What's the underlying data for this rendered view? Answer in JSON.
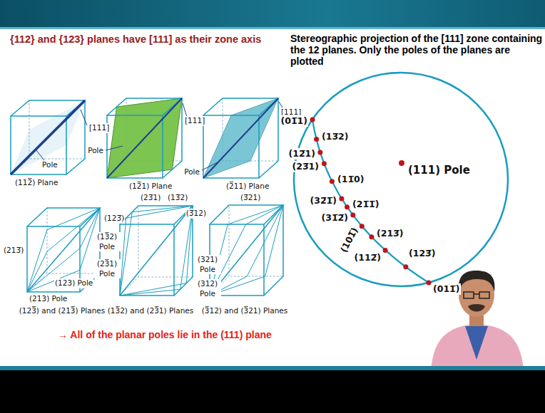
{
  "diagram": {
    "title": "{112} and {123} planes have [111] as their zone axis",
    "labels": [
      "[111]",
      "Pole",
      "(112̅) Plane",
      "[111]",
      "Pole",
      "(12̅1) Plane",
      "[111]",
      "Pole",
      "(2̅11) Plane",
      "(123̅)",
      "(213̅)",
      "(123) Pole",
      "(213) Pole",
      "(123̅) and (213̅) Planes",
      "(23̅1)",
      "(13̅2)",
      "(13̅2) Pole",
      "(23̅1) Pole",
      "(13̅2) and (23̅1) Planes",
      "(3̅21)",
      "(3̅12)",
      "(321) Pole",
      "(312) Pole",
      "(3̅12) and (3̅21) Planes",
      "→ All of the planar poles lie in the (111) plane",
      "Stereographic projection of the [111] zone containing the 12 planes. Only the poles of the planes are plotted",
      "(01̅1)",
      "(13̅2)",
      "(12̅1)",
      "(23̅1)",
      "(11̅0)",
      "(111) Pole",
      "(32̅1̅)",
      "(21̅1̅)",
      "(31̅2̅)",
      "(101̅)",
      "(213̅)",
      "(112̅)",
      "(123̅)",
      "(011̅)"
    ]
  }
}
